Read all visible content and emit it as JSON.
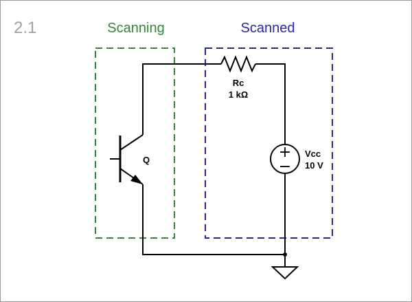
{
  "figure_number": "2.1",
  "scanning_box": {
    "label": "Scanning",
    "color": "#2e8b2e"
  },
  "scanned_box": {
    "label": "Scanned",
    "color": "#2222cc"
  },
  "resistor": {
    "name": "Rc",
    "value": "1 kΩ"
  },
  "source": {
    "name": "Vcc",
    "value": "10 V",
    "plus": "+",
    "minus": "−"
  },
  "transistor": {
    "name": "Q"
  }
}
